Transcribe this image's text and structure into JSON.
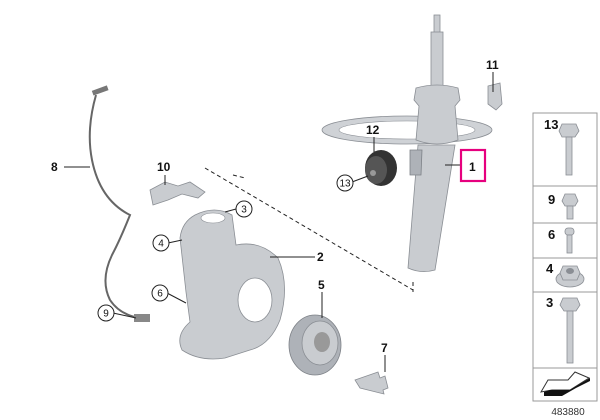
{
  "diagram": {
    "callouts": {
      "c1": "1",
      "c2": "2",
      "c3": "3",
      "c4": "4",
      "c5": "5",
      "c6": "6",
      "c7": "7",
      "c8": "8",
      "c9": "9",
      "c10": "10",
      "c11": "11",
      "c12": "12",
      "c13": "13"
    },
    "highlight_color": "#e6007e",
    "highlighted_callout": "1"
  },
  "parts_panel": {
    "items": [
      {
        "label": "13",
        "icon": "flange-bolt-long-icon"
      },
      {
        "label": "9",
        "icon": "flange-bolt-short-icon"
      },
      {
        "label": "6",
        "icon": "socket-screw-icon"
      },
      {
        "label": "4",
        "icon": "flange-nut-icon"
      },
      {
        "label": "3",
        "icon": "hex-bolt-long-icon"
      }
    ],
    "direction_icon": "direction-arrow-icon"
  },
  "reference_number": "483880"
}
